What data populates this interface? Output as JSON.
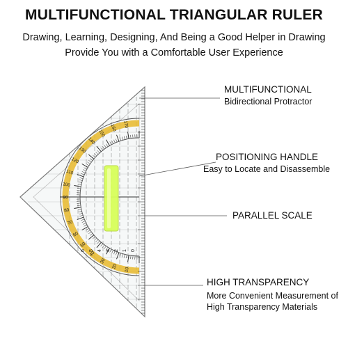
{
  "header": {
    "title": "MULTIFUNCTIONAL TRIANGULAR RULER",
    "subtitle_line1": "Drawing, Learning, Designing, And Being a Good Helper in Drawing",
    "subtitle_line2": "Provide You with a Comfortable User Experience"
  },
  "callouts": [
    {
      "heading": "MULTIFUNCTIONAL",
      "lines": [
        "Bidirectional Protractor"
      ]
    },
    {
      "heading": "POSITIONING HANDLE",
      "lines": [
        "Easy to Locate and Disassemble"
      ]
    },
    {
      "heading": "PARALLEL SCALE",
      "lines": []
    },
    {
      "heading": "HIGH TRANSPARENCY",
      "lines": [
        "More Convenient Measurement of",
        "High Transparency Materials"
      ]
    }
  ],
  "ruler": {
    "protractor_labels": [
      "170",
      "160",
      "150",
      "140",
      "130",
      "120",
      "110",
      "100",
      "90",
      "80",
      "70",
      "60",
      "50",
      "40",
      "30",
      "20",
      "10"
    ],
    "scale_labels": [
      "0",
      "1",
      "2",
      "3",
      "4",
      "5",
      "6",
      "7"
    ],
    "colors": {
      "accent_yellow": "#e8b92a",
      "handle_green": "#d8ff5a",
      "edge": "#777777",
      "tick": "#222222"
    }
  }
}
